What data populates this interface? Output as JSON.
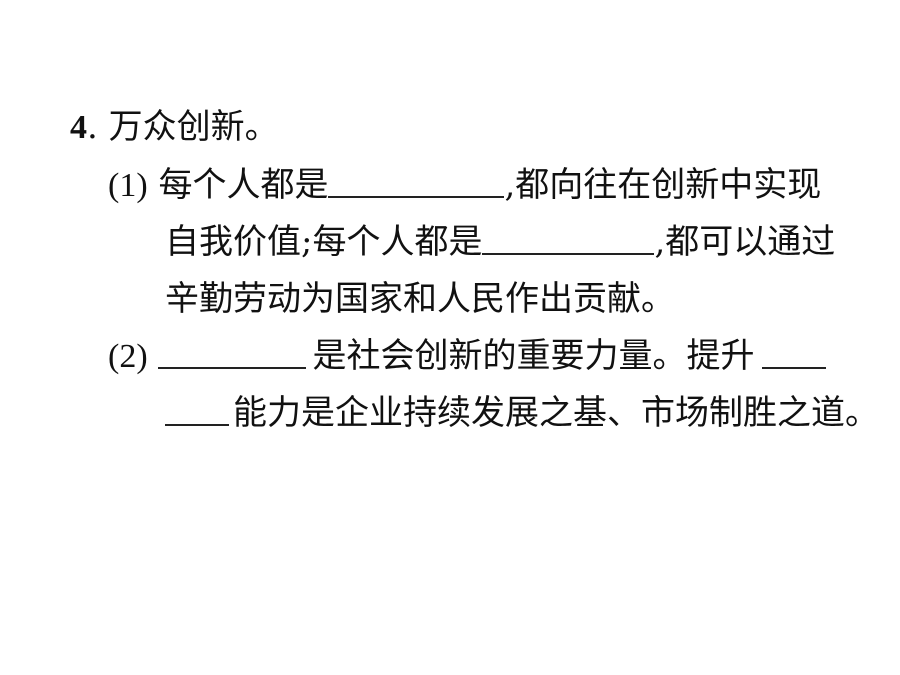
{
  "question": {
    "number": "4",
    "title": ". 万众创新。",
    "part1": {
      "label": "(1)",
      "line1_a": "每个人都是",
      "line1_b": ",都向往在创新中实现",
      "line2_a": "自我价值;每个人都是",
      "line2_b": ",都可以通过",
      "line3": "辛勤劳动为国家和人民作出贡献。"
    },
    "part2": {
      "label": "(2)",
      "line1_a": "是社会创新的重要力量。提升",
      "line2_a": "能力是企业持续发展之基、市场制胜之道。"
    }
  }
}
